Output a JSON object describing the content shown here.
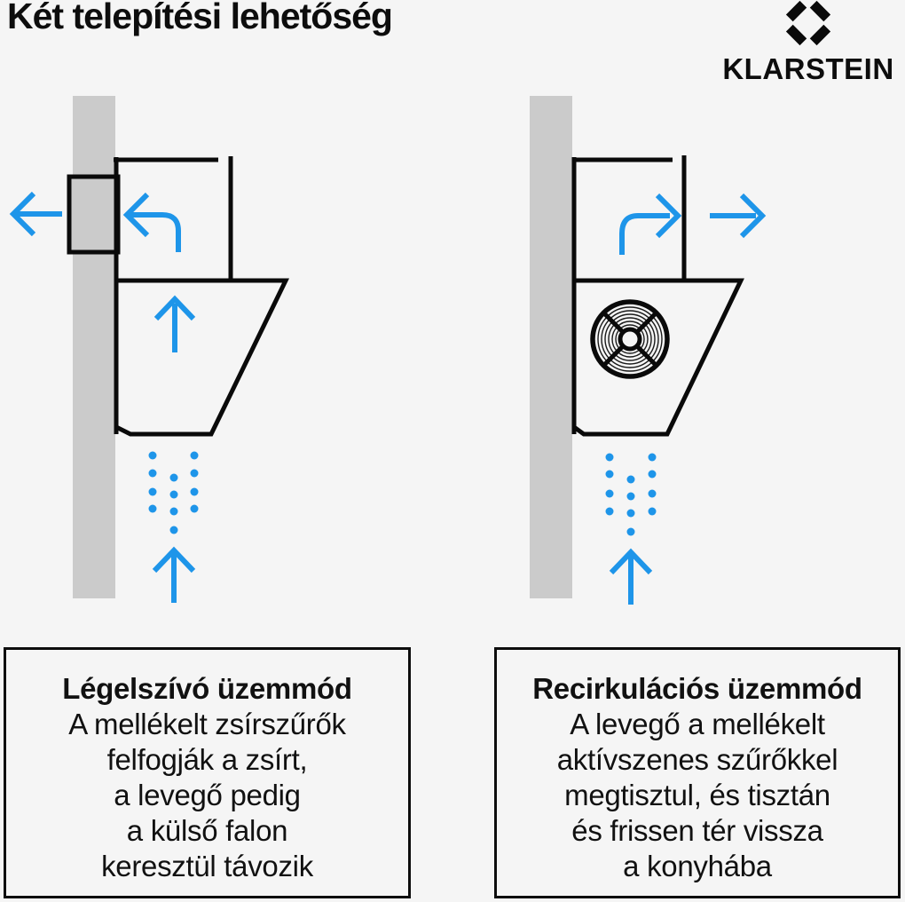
{
  "header": {
    "title": "Két telepítési lehetőség",
    "brand": {
      "wordmark": "KLARSTEIN",
      "logo_icon": "klarstein-diamond-icon"
    }
  },
  "colors": {
    "accent_blue": "#1e95e9",
    "wall_gray": "#cbcbcb",
    "line_black": "#0a0a0a",
    "background": "#f5f5f5",
    "text": "#111111"
  },
  "icons": [
    "klarstein-diamond-icon",
    "fan-icon",
    "arrow-left-icon",
    "arrow-right-icon",
    "arrow-up-icon",
    "curved-arrow-left-icon",
    "curved-arrow-right-icon",
    "steam-dots-icon"
  ],
  "left_panel": {
    "mode_title": "Légelszívó üzemmód",
    "description_lines": [
      "A mellékelt zsírszűrők",
      "felfogják a zsírt,",
      "a levegő pedig",
      "a külső falon",
      "keresztül távozik"
    ]
  },
  "right_panel": {
    "mode_title": "Recirkulációs üzemmód",
    "description_lines": [
      "A levegő a mellékelt",
      "aktívszenes szűrőkkel",
      "megtisztul, és tisztán",
      "és frissen tér vissza",
      "a konyhába"
    ]
  }
}
